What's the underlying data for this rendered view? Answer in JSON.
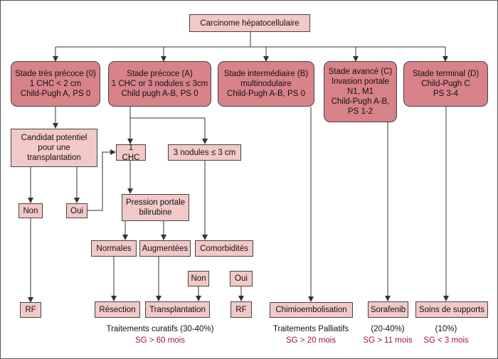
{
  "colors": {
    "stage_fill": "#d8828a",
    "node_fill": "#f2c9c6",
    "survival_text": "#a0163a",
    "line": "#333333"
  },
  "nodes": {
    "root": "Carcinome hépatocellulaire",
    "stage0": "Stade très précoce (0)\n1 CHC < 2 cm\nChild-Pugh A, PS 0",
    "stageA": "Stade précoce (A)\n1 CHC or 3 nodules ≤ 3cm\nChild pugh A-B, PS 0",
    "stageB": "Stade intermédiaire (B)\nmultinodulaire\nChild-Pugh A-B, PS 0",
    "stageC": "Stade avancé (C)\nInvasion portale\nN1, M1\nChild-Pugh A-B,\nPS 1-2",
    "stageD": "Stade terminal (D)\nChild-Pugh C\nPS 3-4",
    "candidat": "Candidat potentiel\npour une\ntransplantation",
    "chc1": "1 CHC",
    "nodules3": "3 nodules ≤ 3 cm",
    "non1": "Non",
    "oui1": "Oui",
    "pression": "Pression portale\nbilirubine",
    "normales": "Normales",
    "augmentees": "Augmentées",
    "comorbidites": "Comorbidités",
    "non2": "Non",
    "oui2": "Oui",
    "rf1": "RF",
    "resection": "Résection",
    "transplantation": "Transplantation",
    "rf2": "RF",
    "chimio": "Chimioembolisation",
    "sorafenib": "Sorafenib",
    "soins": "Soins de supports"
  },
  "captions": {
    "curatifs": "Traitements curatifs (30-40%)",
    "curatifs_sg": "SG > 60 mois",
    "palliatifs": "Traitements Palliatifs",
    "palliatifs_sg": "SG > 20 mois",
    "pct_c": "(20-40%)",
    "sg_c": "SG > 11 mois",
    "pct_d": "(10%)",
    "sg_d": "SG < 3 mois"
  }
}
